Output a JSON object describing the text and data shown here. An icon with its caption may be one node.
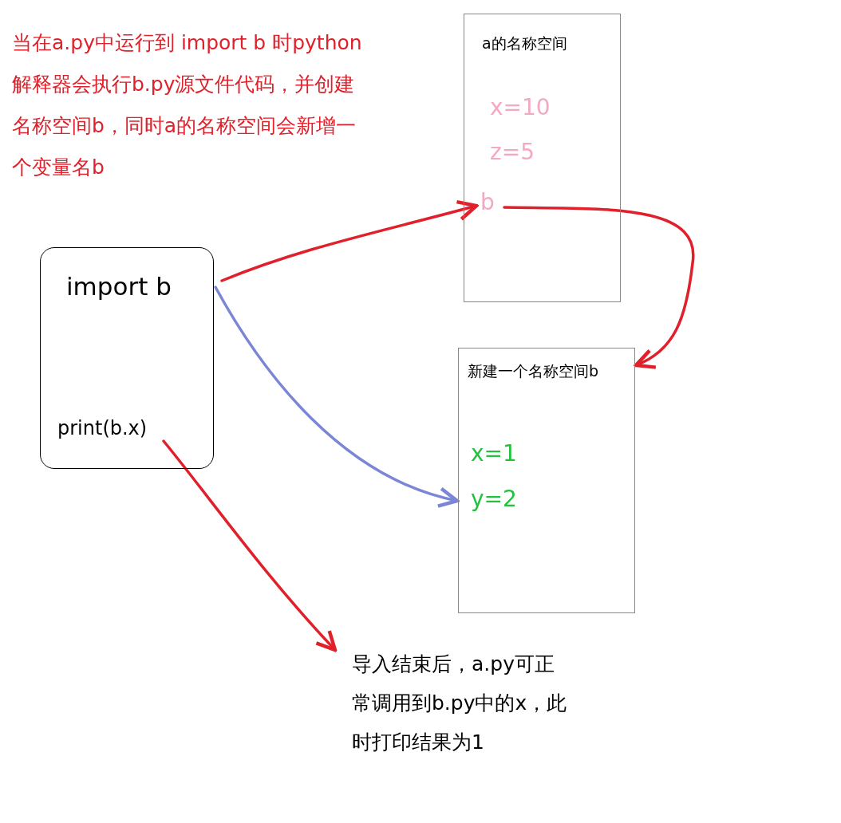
{
  "diagram": {
    "nodes": [
      {
        "text": [
          "import b",
          "print(b.x)"
        ]
      },
      {
        "text": [
          "a的名称空间",
          "x=10",
          "z=5"
        ]
      },
      {
        "text": [
          "b"
        ],
        "in": 1
      },
      {
        "text": [
          "新建一个名称空间b",
          "x=1",
          "y=2"
        ]
      },
      {
        "text": [
          "导入结束后，a.py可正常调用到b.py中的x，此时打印结果为1"
        ]
      }
    ],
    "edges": [
      {
        "from": 0,
        "to": 2,
        "arrow": "to"
      },
      {
        "from": 2,
        "to": 3,
        "arrow": "to"
      },
      {
        "from": 0,
        "to": 3,
        "arrow": "to",
        "color": "#7b86d6"
      },
      {
        "from": 0,
        "to": 4,
        "arrow": "to"
      }
    ],
    "labels": [
      "当在a.py中运行到 import b 时python解释器会执行b.py源文件代码，并创建名称空间b，同时a的名称空间会新增一个变量名b"
    ]
  }
}
